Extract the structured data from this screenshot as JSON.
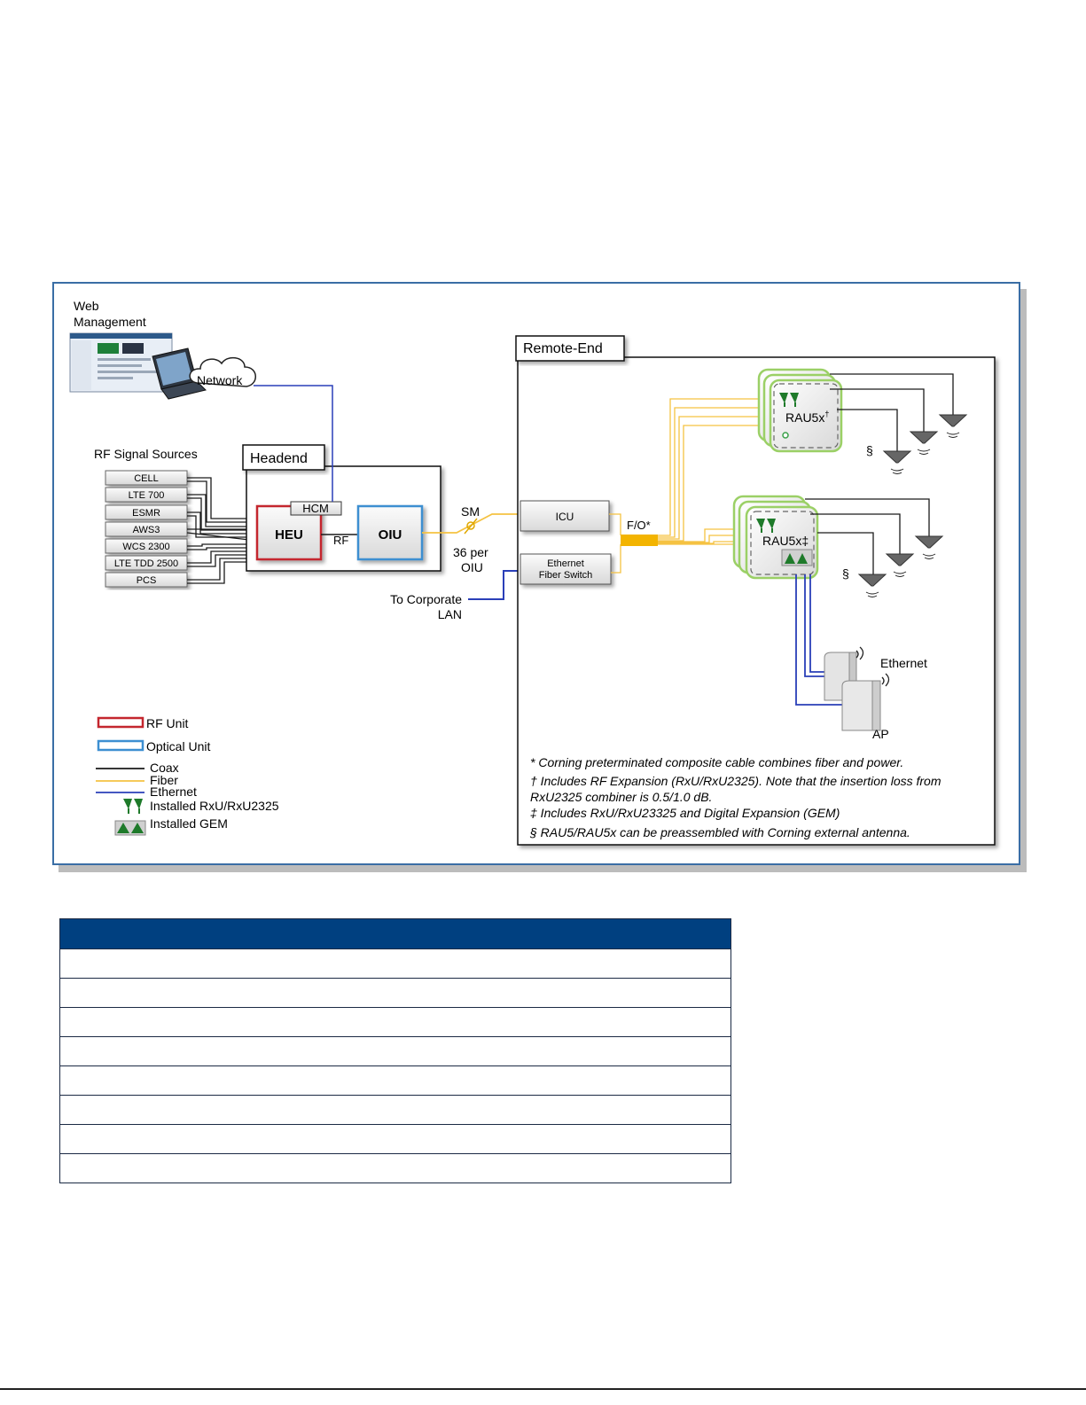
{
  "web_management": {
    "line1": "Web",
    "line2": "Management"
  },
  "network": "Network",
  "rf_sources": {
    "title": "RF Signal Sources",
    "items": [
      "CELL",
      "LTE 700",
      "ESMR",
      "AWS3",
      "WCS 2300",
      "LTE TDD 2500",
      "PCS"
    ]
  },
  "headend": {
    "label": "Headend",
    "heu": "HEU",
    "hcm": "HCM",
    "rf": "RF",
    "oiu": "OIU"
  },
  "sm": {
    "label": "SM",
    "count_line1": "36 per",
    "count_line2": "OIU"
  },
  "corporate_lan": {
    "line1": "To Corporate",
    "line2": "LAN"
  },
  "remote_end": {
    "label": "Remote-End",
    "icu": "ICU",
    "ethernet_switch": {
      "line1": "Ethernet",
      "line2": "Fiber Switch"
    },
    "fo": "F/O*",
    "rau_top": {
      "label": "RAU5x",
      "mark": "†"
    },
    "rau_bottom": {
      "label": "RAU5x‡"
    },
    "section_mark": "§",
    "ethernet": "Ethernet",
    "ap": "AP"
  },
  "legend": {
    "rf_unit": "RF Unit",
    "optical_unit": "Optical Unit",
    "coax": "Coax",
    "fiber": "Fiber",
    "ethernet": "Ethernet",
    "rxu": "Installed RxU/RxU2325",
    "gem": "Installed GEM"
  },
  "notes": [
    "* Corning preterminated composite cable combines fiber and power.",
    "† Includes RF Expansion (RxU/RxU2325). Note that the insertion loss from",
    "RxU2325 combiner is 0.5/1.0 dB.",
    "‡ Includes RxU/RxU23325 and Digital Expansion (GEM)",
    "§  RAU5/RAU5x can be preassembled with Corning external antenna."
  ],
  "colors": {
    "coax": "#1a1a1a",
    "fiber": "#f5c242",
    "ethernet": "#2a3fb8",
    "rf_unit": "#c4262e",
    "optical_unit": "#3d8fd1",
    "frame": "#3a6ea5",
    "table_header": "#004080"
  },
  "table": {
    "rows": 8
  }
}
